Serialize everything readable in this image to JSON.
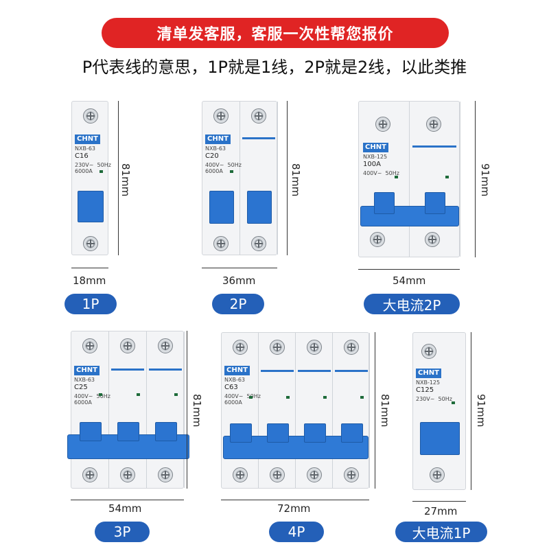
{
  "banner": "清单发客服，客服一次性帮您报价",
  "subtitle": "P代表线的意思，1P就是1线，2P就是2线，以此类推",
  "brand_color": "#2a72c8",
  "accent_color": "#e02424",
  "products": [
    {
      "label": "1P",
      "width": "18mm",
      "height": "81mm",
      "brand": "CHNT",
      "model": "NXB-63",
      "rating": "C16",
      "specs": "230V~  50Hz\n6000A"
    },
    {
      "label": "2P",
      "width": "36mm",
      "height": "81mm",
      "brand": "CHNT",
      "model": "NXB-63",
      "rating": "C20",
      "specs": "400V~  50Hz\n6000A"
    },
    {
      "label": "大电流2P",
      "width": "54mm",
      "height": "91mm",
      "brand": "CHNT",
      "model": "NXB-125",
      "rating": "100A",
      "specs": "400V~  50Hz"
    },
    {
      "label": "3P",
      "width": "54mm",
      "height": "81mm",
      "brand": "CHNT",
      "model": "NXB-63",
      "rating": "C25",
      "specs": "400V~  50Hz\n6000A"
    },
    {
      "label": "4P",
      "width": "72mm",
      "height": "81mm",
      "brand": "CHNT",
      "model": "NXB-63",
      "rating": "C63",
      "specs": "400V~  50Hz\n6000A"
    },
    {
      "label": "大电流1P",
      "width": "27mm",
      "height": "91mm",
      "brand": "CHNT",
      "model": "NXB-125",
      "rating": "C125",
      "specs": "230V~  50Hz"
    }
  ]
}
